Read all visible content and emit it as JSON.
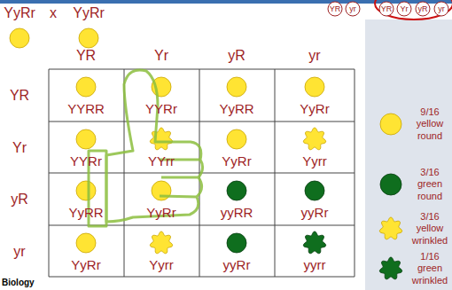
{
  "diagram": {
    "nodes": [
      {
        "text": [
          "YR"
        ]
      },
      {
        "text": [
          "yr"
        ]
      },
      {
        "text": [
          "YR"
        ]
      },
      {
        "text": [
          "Yr"
        ]
      },
      {
        "text": [
          "yR"
        ]
      },
      {
        "text": [
          "yr"
        ]
      }
    ],
    "labels": [
      "YyRr",
      "x",
      "YyRr",
      "YR",
      "Yr",
      "yR",
      "yr",
      "YR",
      "Yr",
      "yR",
      "yr",
      "YYRR",
      "YYRr",
      "YyRR",
      "YyRr",
      "YYRr",
      "YYrr",
      "YyRr",
      "Yyrr",
      "YyRR",
      "YyRr",
      "yyRR",
      "yyRr",
      "YyRr",
      "Yyrr",
      "yyRr",
      "yyrr",
      "Biology"
    ],
    "legend": [
      {
        "text": "9/16 yellow round",
        "color": "#ffe433"
      },
      {
        "text": "3/16 green round",
        "color": "#0f6e1e"
      },
      {
        "text": "3/16 yellow wrinkled"
      },
      {
        "text": "1/16 green wrinkled"
      }
    ]
  }
}
